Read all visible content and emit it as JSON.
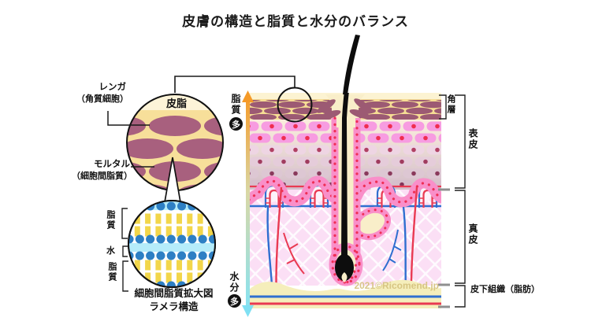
{
  "title": "皮膚の構造と脂質と水分のバランス",
  "labels": {
    "brick_line1": "レンガ",
    "brick_line2": "（角質細胞）",
    "mortar_line1": "モルタル",
    "mortar_line2": "（細胞間脂質）",
    "sebum": "皮脂"
  },
  "lamella": {
    "lipid_top": "脂質",
    "water": "水",
    "lipid_bottom": "脂質",
    "caption_line1": "細胞間脂質拡大図",
    "caption_line2": "ラメラ構造"
  },
  "gradient_axis": {
    "top_label": "脂質",
    "top_badge": "多",
    "bottom_label": "水分",
    "bottom_badge": "多"
  },
  "skin_layers": {
    "stratum_corneum": "角層",
    "epidermis": "表皮",
    "dermis": "真皮",
    "subcutaneous": "皮下組織（脂肪）"
  },
  "watermark": "2021©Ricomend.jp",
  "palette": {
    "brick": "#a8607e",
    "corneum_brick": "#9c5a73",
    "mortar_yellow": "#f7df9a",
    "cell_pink": "#f79ce1",
    "dot_red": "#ef2d50",
    "basal_sheath_pink": "#f98fc9",
    "water_cyan": "#b5ecfa",
    "lipid_bar_yellow": "#f2d64a",
    "lipid_head_blue": "#2d7fc4",
    "dermis_pink": "#fbdff5",
    "vessel_red": "#e93a52",
    "vessel_blue": "#2f6fd0",
    "fat_cream": "#f5eebb",
    "arrow_top_orange": "#f59a28",
    "arrow_bottom_cyan": "#85e3f4",
    "hair_black": "#0d0d0d"
  }
}
